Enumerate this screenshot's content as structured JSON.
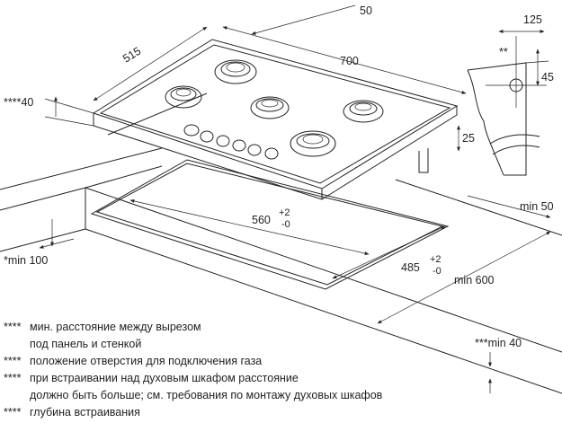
{
  "dimensions": {
    "d50_top": "50",
    "d515": "515",
    "d700": "700",
    "d125": "125",
    "d2star": "**",
    "d45": "45",
    "d4star40": "****40",
    "d25": "25",
    "d560": "560",
    "d560_tol_plus": "+2",
    "d560_tol_minus": "-0",
    "min50": "min 50",
    "min100": "*min 100",
    "d485": "485",
    "d485_tol_plus": "+2",
    "d485_tol_minus": "-0",
    "min600": "min 600",
    "min40": "***min 40"
  },
  "legend": [
    {
      "mark": "****",
      "text": "мин. расстояние между вырезом"
    },
    {
      "mark": "",
      "text": "под панель и стенкой"
    },
    {
      "mark": "****",
      "text": "положение отверстия для подключения газа"
    },
    {
      "mark": "****",
      "text": "при встраивании над духовым шкафом расстояние"
    },
    {
      "mark": "",
      "text": "должно быть больше; см. требования по монтажу духовых шкафов"
    },
    {
      "mark": "****",
      "text": "глубина встраивания"
    }
  ]
}
